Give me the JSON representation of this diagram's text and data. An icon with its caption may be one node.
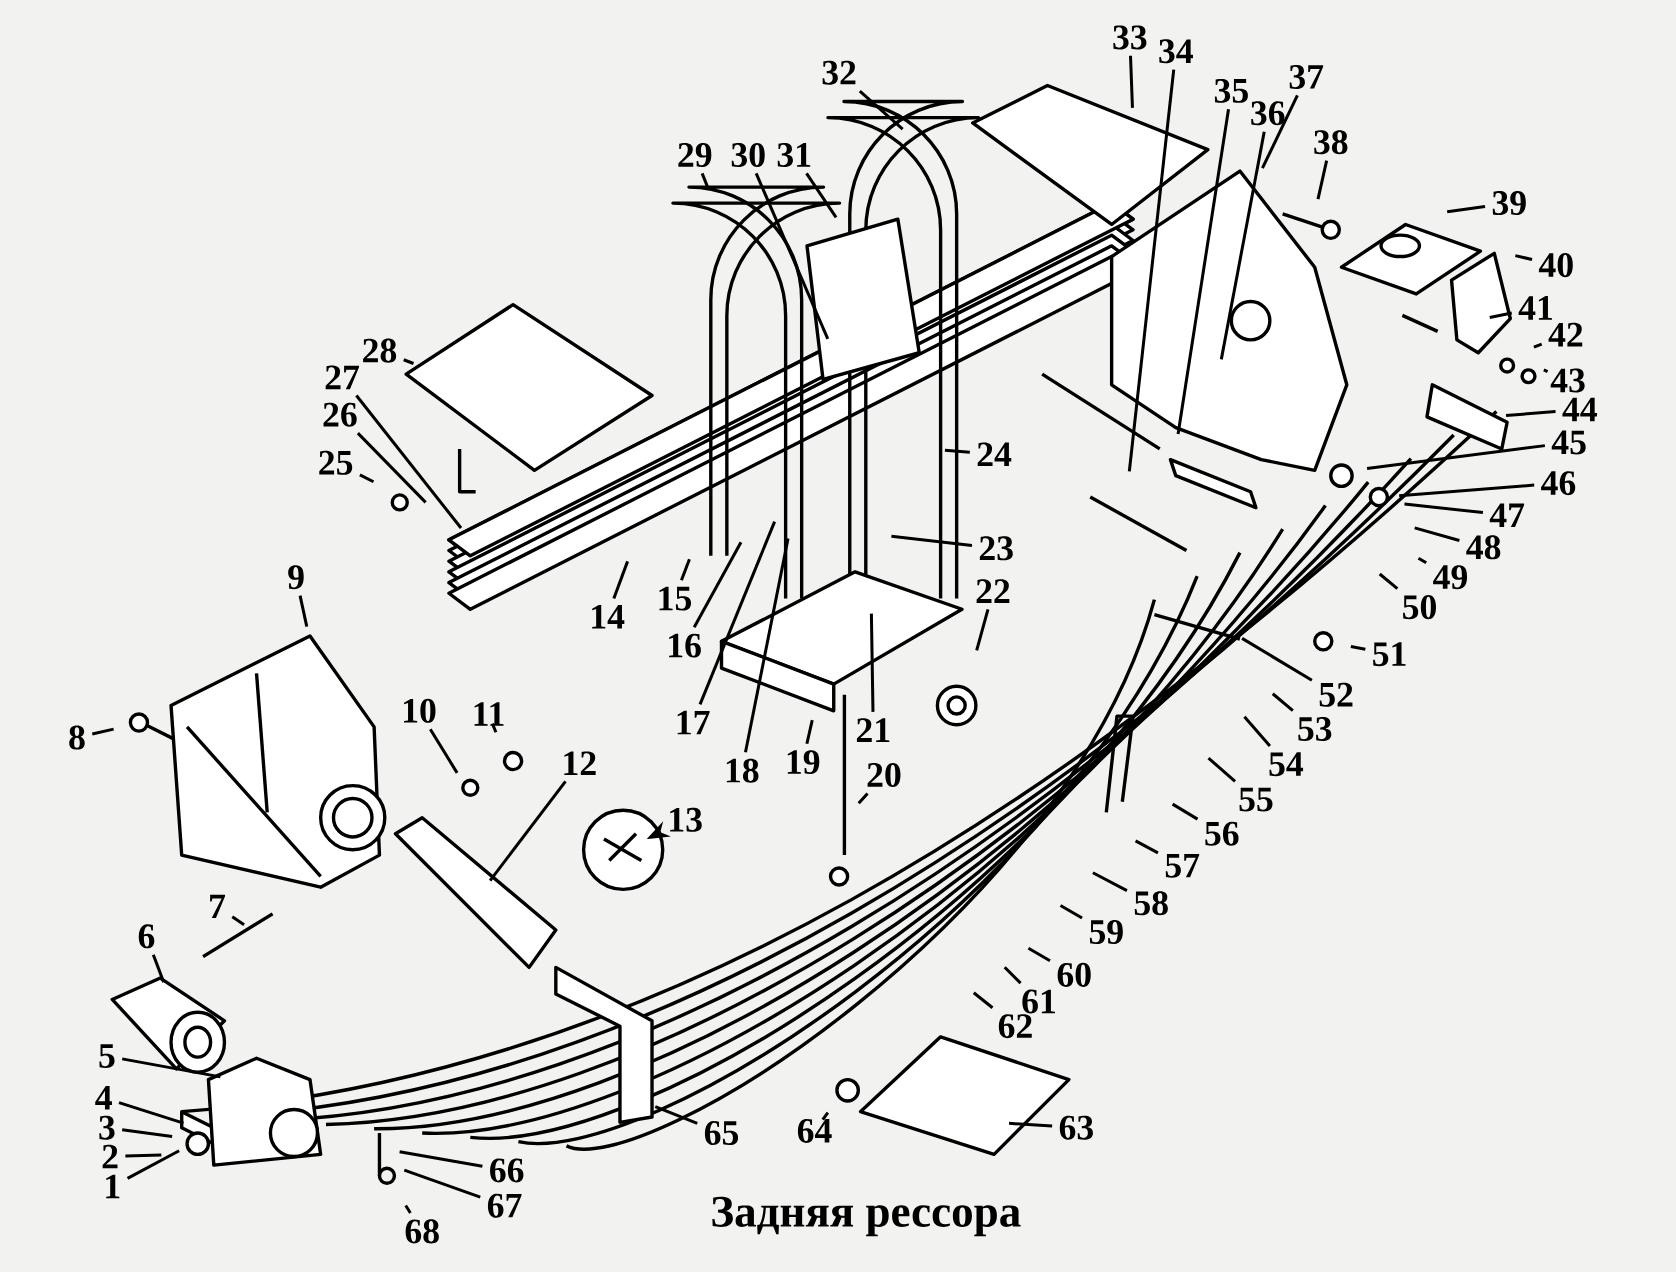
{
  "diagram": {
    "caption": "Задняя рессора",
    "nodes": [
      {
        "text": [
          "1"
        ]
      },
      {
        "text": [
          "2"
        ]
      },
      {
        "text": [
          "3"
        ]
      },
      {
        "text": [
          "4"
        ]
      },
      {
        "text": [
          "5"
        ]
      },
      {
        "text": [
          "6"
        ]
      },
      {
        "text": [
          "7"
        ]
      },
      {
        "text": [
          "8"
        ]
      },
      {
        "text": [
          "9"
        ]
      },
      {
        "text": [
          "10"
        ]
      },
      {
        "text": [
          "11"
        ]
      },
      {
        "text": [
          "12"
        ]
      },
      {
        "text": [
          "13"
        ]
      },
      {
        "text": [
          "14"
        ]
      },
      {
        "text": [
          "15"
        ]
      },
      {
        "text": [
          "16"
        ]
      },
      {
        "text": [
          "17"
        ]
      },
      {
        "text": [
          "18"
        ]
      },
      {
        "text": [
          "19"
        ]
      },
      {
        "text": [
          "20"
        ]
      },
      {
        "text": [
          "21"
        ]
      },
      {
        "text": [
          "22"
        ]
      },
      {
        "text": [
          "23"
        ]
      },
      {
        "text": [
          "24"
        ]
      },
      {
        "text": [
          "25"
        ]
      },
      {
        "text": [
          "26"
        ]
      },
      {
        "text": [
          "27"
        ]
      },
      {
        "text": [
          "28"
        ]
      },
      {
        "text": [
          "29"
        ]
      },
      {
        "text": [
          "30"
        ]
      },
      {
        "text": [
          "31"
        ]
      },
      {
        "text": [
          "32"
        ]
      },
      {
        "text": [
          "33"
        ]
      },
      {
        "text": [
          "34"
        ]
      },
      {
        "text": [
          "35"
        ]
      },
      {
        "text": [
          "36"
        ]
      },
      {
        "text": [
          "37"
        ]
      },
      {
        "text": [
          "38"
        ]
      },
      {
        "text": [
          "39"
        ]
      },
      {
        "text": [
          "40"
        ]
      },
      {
        "text": [
          "41"
        ]
      },
      {
        "text": [
          "42"
        ]
      },
      {
        "text": [
          "43"
        ]
      },
      {
        "text": [
          "44"
        ]
      },
      {
        "text": [
          "45"
        ]
      },
      {
        "text": [
          "46"
        ]
      },
      {
        "text": [
          "47"
        ]
      },
      {
        "text": [
          "48"
        ]
      },
      {
        "text": [
          "49"
        ]
      },
      {
        "text": [
          "50"
        ]
      },
      {
        "text": [
          "51"
        ]
      },
      {
        "text": [
          "52"
        ]
      },
      {
        "text": [
          "53"
        ]
      },
      {
        "text": [
          "54"
        ]
      },
      {
        "text": [
          "55"
        ]
      },
      {
        "text": [
          "56"
        ]
      },
      {
        "text": [
          "57"
        ]
      },
      {
        "text": [
          "58"
        ]
      },
      {
        "text": [
          "59"
        ]
      },
      {
        "text": [
          "60"
        ]
      },
      {
        "text": [
          "61"
        ]
      },
      {
        "text": [
          "62"
        ]
      },
      {
        "text": [
          "63"
        ]
      },
      {
        "text": [
          "64"
        ]
      },
      {
        "text": [
          "65"
        ]
      },
      {
        "text": [
          "66"
        ]
      },
      {
        "text": [
          "67"
        ]
      },
      {
        "text": [
          "68"
        ]
      }
    ],
    "edges": [
      {
        "from": 0,
        "to": null,
        "arrow": "none"
      },
      {
        "from": 1,
        "to": null,
        "arrow": "none"
      },
      {
        "from": 2,
        "to": null,
        "arrow": "none"
      },
      {
        "from": 3,
        "to": null,
        "arrow": "none"
      },
      {
        "from": 4,
        "to": null,
        "arrow": "none"
      },
      {
        "from": 5,
        "to": null,
        "arrow": "none"
      },
      {
        "from": 6,
        "to": null,
        "arrow": "none"
      },
      {
        "from": 7,
        "to": null,
        "arrow": "none"
      },
      {
        "from": 8,
        "to": null,
        "arrow": "none"
      },
      {
        "from": 9,
        "to": null,
        "arrow": "none"
      },
      {
        "from": 10,
        "to": null,
        "arrow": "none"
      },
      {
        "from": 11,
        "to": null,
        "arrow": "none"
      },
      {
        "from": 12,
        "to": null,
        "arrow": "to"
      },
      {
        "from": 13,
        "to": null,
        "arrow": "none"
      },
      {
        "from": 14,
        "to": null,
        "arrow": "none"
      },
      {
        "from": 15,
        "to": null,
        "arrow": "none"
      },
      {
        "from": 16,
        "to": null,
        "arrow": "none"
      },
      {
        "from": 17,
        "to": null,
        "arrow": "none"
      },
      {
        "from": 18,
        "to": null,
        "arrow": "none"
      },
      {
        "from": 19,
        "to": null,
        "arrow": "none"
      },
      {
        "from": 20,
        "to": null,
        "arrow": "none"
      },
      {
        "from": 21,
        "to": null,
        "arrow": "none"
      },
      {
        "from": 22,
        "to": null,
        "arrow": "none"
      },
      {
        "from": 23,
        "to": null,
        "arrow": "none"
      },
      {
        "from": 24,
        "to": null,
        "arrow": "none"
      },
      {
        "from": 25,
        "to": null,
        "arrow": "none"
      },
      {
        "from": 26,
        "to": null,
        "arrow": "none"
      },
      {
        "from": 27,
        "to": null,
        "arrow": "none"
      },
      {
        "from": 28,
        "to": null,
        "arrow": "none"
      },
      {
        "from": 29,
        "to": null,
        "arrow": "none"
      },
      {
        "from": 30,
        "to": null,
        "arrow": "none"
      },
      {
        "from": 31,
        "to": null,
        "arrow": "none"
      },
      {
        "from": 32,
        "to": null,
        "arrow": "none"
      },
      {
        "from": 33,
        "to": null,
        "arrow": "none"
      },
      {
        "from": 34,
        "to": null,
        "arrow": "none"
      },
      {
        "from": 35,
        "to": null,
        "arrow": "none"
      },
      {
        "from": 36,
        "to": null,
        "arrow": "none"
      },
      {
        "from": 37,
        "to": null,
        "arrow": "none"
      },
      {
        "from": 38,
        "to": null,
        "arrow": "none"
      },
      {
        "from": 39,
        "to": null,
        "arrow": "none"
      },
      {
        "from": 40,
        "to": null,
        "arrow": "none"
      },
      {
        "from": 41,
        "to": null,
        "arrow": "none"
      },
      {
        "from": 42,
        "to": null,
        "arrow": "none"
      },
      {
        "from": 43,
        "to": null,
        "arrow": "none"
      },
      {
        "from": 44,
        "to": null,
        "arrow": "none"
      },
      {
        "from": 45,
        "to": null,
        "arrow": "none"
      },
      {
        "from": 46,
        "to": null,
        "arrow": "none"
      },
      {
        "from": 47,
        "to": null,
        "arrow": "none"
      },
      {
        "from": 48,
        "to": null,
        "arrow": "none"
      },
      {
        "from": 49,
        "to": null,
        "arrow": "none"
      },
      {
        "from": 50,
        "to": null,
        "arrow": "none"
      },
      {
        "from": 51,
        "to": null,
        "arrow": "none"
      },
      {
        "from": 52,
        "to": null,
        "arrow": "none"
      },
      {
        "from": 53,
        "to": null,
        "arrow": "none"
      },
      {
        "from": 54,
        "to": null,
        "arrow": "none"
      },
      {
        "from": 55,
        "to": null,
        "arrow": "none"
      },
      {
        "from": 56,
        "to": null,
        "arrow": "none"
      },
      {
        "from": 57,
        "to": null,
        "arrow": "none"
      },
      {
        "from": 58,
        "to": null,
        "arrow": "none"
      },
      {
        "from": 59,
        "to": null,
        "arrow": "none"
      },
      {
        "from": 60,
        "to": null,
        "arrow": "none"
      },
      {
        "from": 61,
        "to": null,
        "arrow": "none"
      },
      {
        "from": 62,
        "to": null,
        "arrow": "none"
      },
      {
        "from": 63,
        "to": null,
        "arrow": "none"
      },
      {
        "from": 64,
        "to": null,
        "arrow": "none"
      },
      {
        "from": 65,
        "to": null,
        "arrow": "none"
      },
      {
        "from": 66,
        "to": null,
        "arrow": "none"
      },
      {
        "from": 67,
        "to": null,
        "arrow": "none"
      }
    ]
  }
}
